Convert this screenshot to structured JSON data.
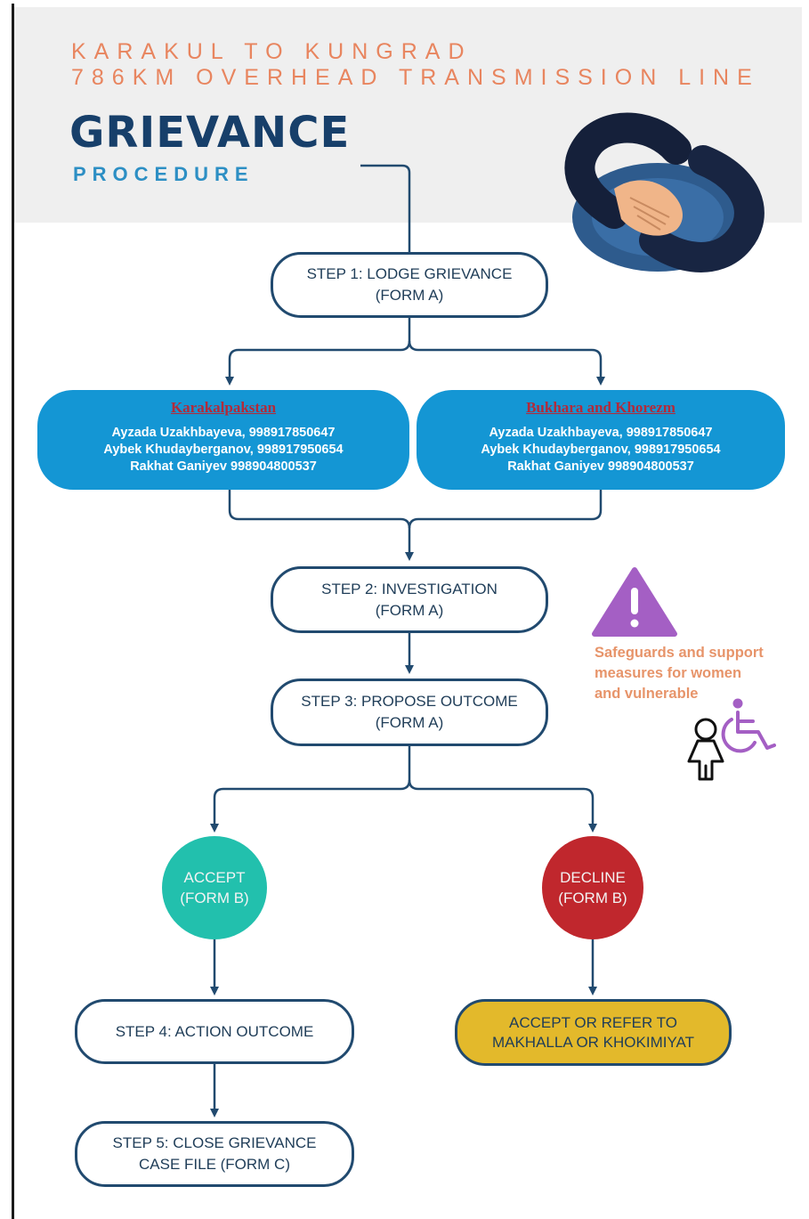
{
  "header": {
    "line1": "KARAKUL TO KUNGRAD",
    "line2": "786KM OVERHEAD TRANSMISSION LINE",
    "title": "GRIEVANCE",
    "subtitle": "PROCEDURE"
  },
  "steps": {
    "step1": {
      "line1": "STEP 1: LODGE GRIEVANCE",
      "line2": "(FORM A)"
    },
    "step2": {
      "line1": "STEP 2: INVESTIGATION",
      "line2": "(FORM A)"
    },
    "step3": {
      "line1": "STEP 3: PROPOSE OUTCOME",
      "line2": "(FORM A)"
    },
    "step4": {
      "line1": "STEP 4: ACTION OUTCOME"
    },
    "step5": {
      "line1": "STEP 5: CLOSE GRIEVANCE",
      "line2": "CASE FILE (FORM C)"
    }
  },
  "regions": [
    {
      "name": "Karakalpakstan",
      "contacts": [
        "Ayzada Uzakhbayeva, 998917850647",
        "Aybek Khudayberganov, 998917950654",
        "Rakhat Ganiyev 998904800537"
      ]
    },
    {
      "name": "Bukhara and Khorezm",
      "contacts": [
        "Ayzada Uzakhbayeva, 998917850647",
        "Aybek Khudayberganov, 998917950654",
        "Rakhat Ganiyev 998904800537"
      ]
    }
  ],
  "outcomes": {
    "accept": {
      "line1": "ACCEPT",
      "line2": "(FORM B)"
    },
    "decline": {
      "line1": "DECLINE",
      "line2": "(FORM B)"
    },
    "refer": {
      "line1": "ACCEPT OR REFER TO",
      "line2": "MAKHALLA OR KHOKIMIYAT"
    }
  },
  "safeguards": {
    "line1": "Safeguards and support",
    "line2": "measures for women",
    "line3": "and vulnerable"
  },
  "colors": {
    "navy": "#173f6a",
    "orange": "#e8855f",
    "blue": "#1496d4",
    "accept": "#22c0ad",
    "decline": "#c0272d",
    "refer": "#e3b92b",
    "warning": "#a45fc4"
  },
  "icons": [
    "handshake-icon",
    "warning-icon",
    "woman-icon",
    "wheelchair-icon"
  ]
}
